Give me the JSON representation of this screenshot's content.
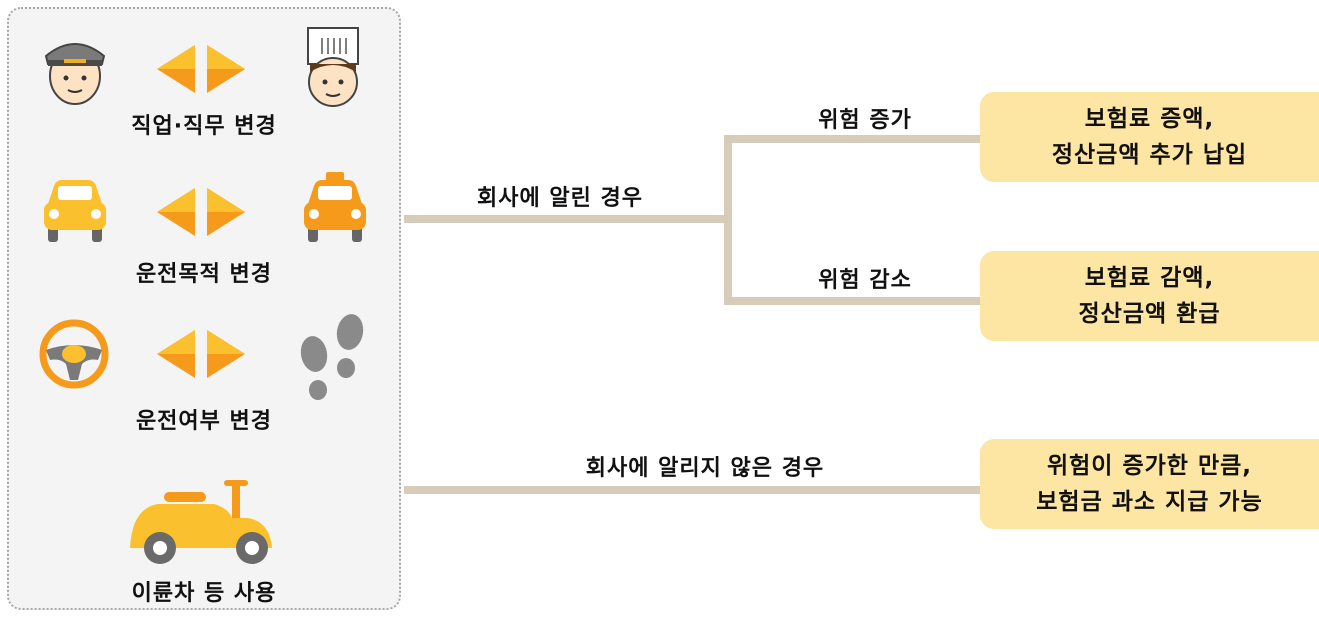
{
  "categories": [
    {
      "label": "직업·직무 변경",
      "left_icon": "conductor-face-icon",
      "right_icon": "chef-face-icon"
    },
    {
      "label": "운전목적 변경",
      "left_icon": "car-icon",
      "right_icon": "taxi-icon"
    },
    {
      "label": "운전여부 변경",
      "left_icon": "steering-wheel-icon",
      "right_icon": "footprints-icon"
    },
    {
      "label": "이륜차 등 사용",
      "icon": "scooter-icon"
    }
  ],
  "branches": {
    "informed": {
      "label": "회사에 알린 경우",
      "sub": [
        {
          "label": "위험 증가",
          "result_lines": [
            "보험료 증액,",
            "정산금액 추가 납입"
          ]
        },
        {
          "label": "위험 감소",
          "result_lines": [
            "보험료 감액,",
            "정산금액 환급"
          ]
        }
      ]
    },
    "not_informed": {
      "label": "회사에 알리지 않은 경우",
      "result_lines": [
        "위험이 증가한 만큼,",
        "보험금 과소 지급 가능"
      ]
    }
  },
  "colors": {
    "orange": "#f59a1b",
    "orange_light": "#fbc02d",
    "connector": "#d6ccb9",
    "result_bg": "#fde5a3",
    "panel_bg": "#f4f4f4"
  }
}
